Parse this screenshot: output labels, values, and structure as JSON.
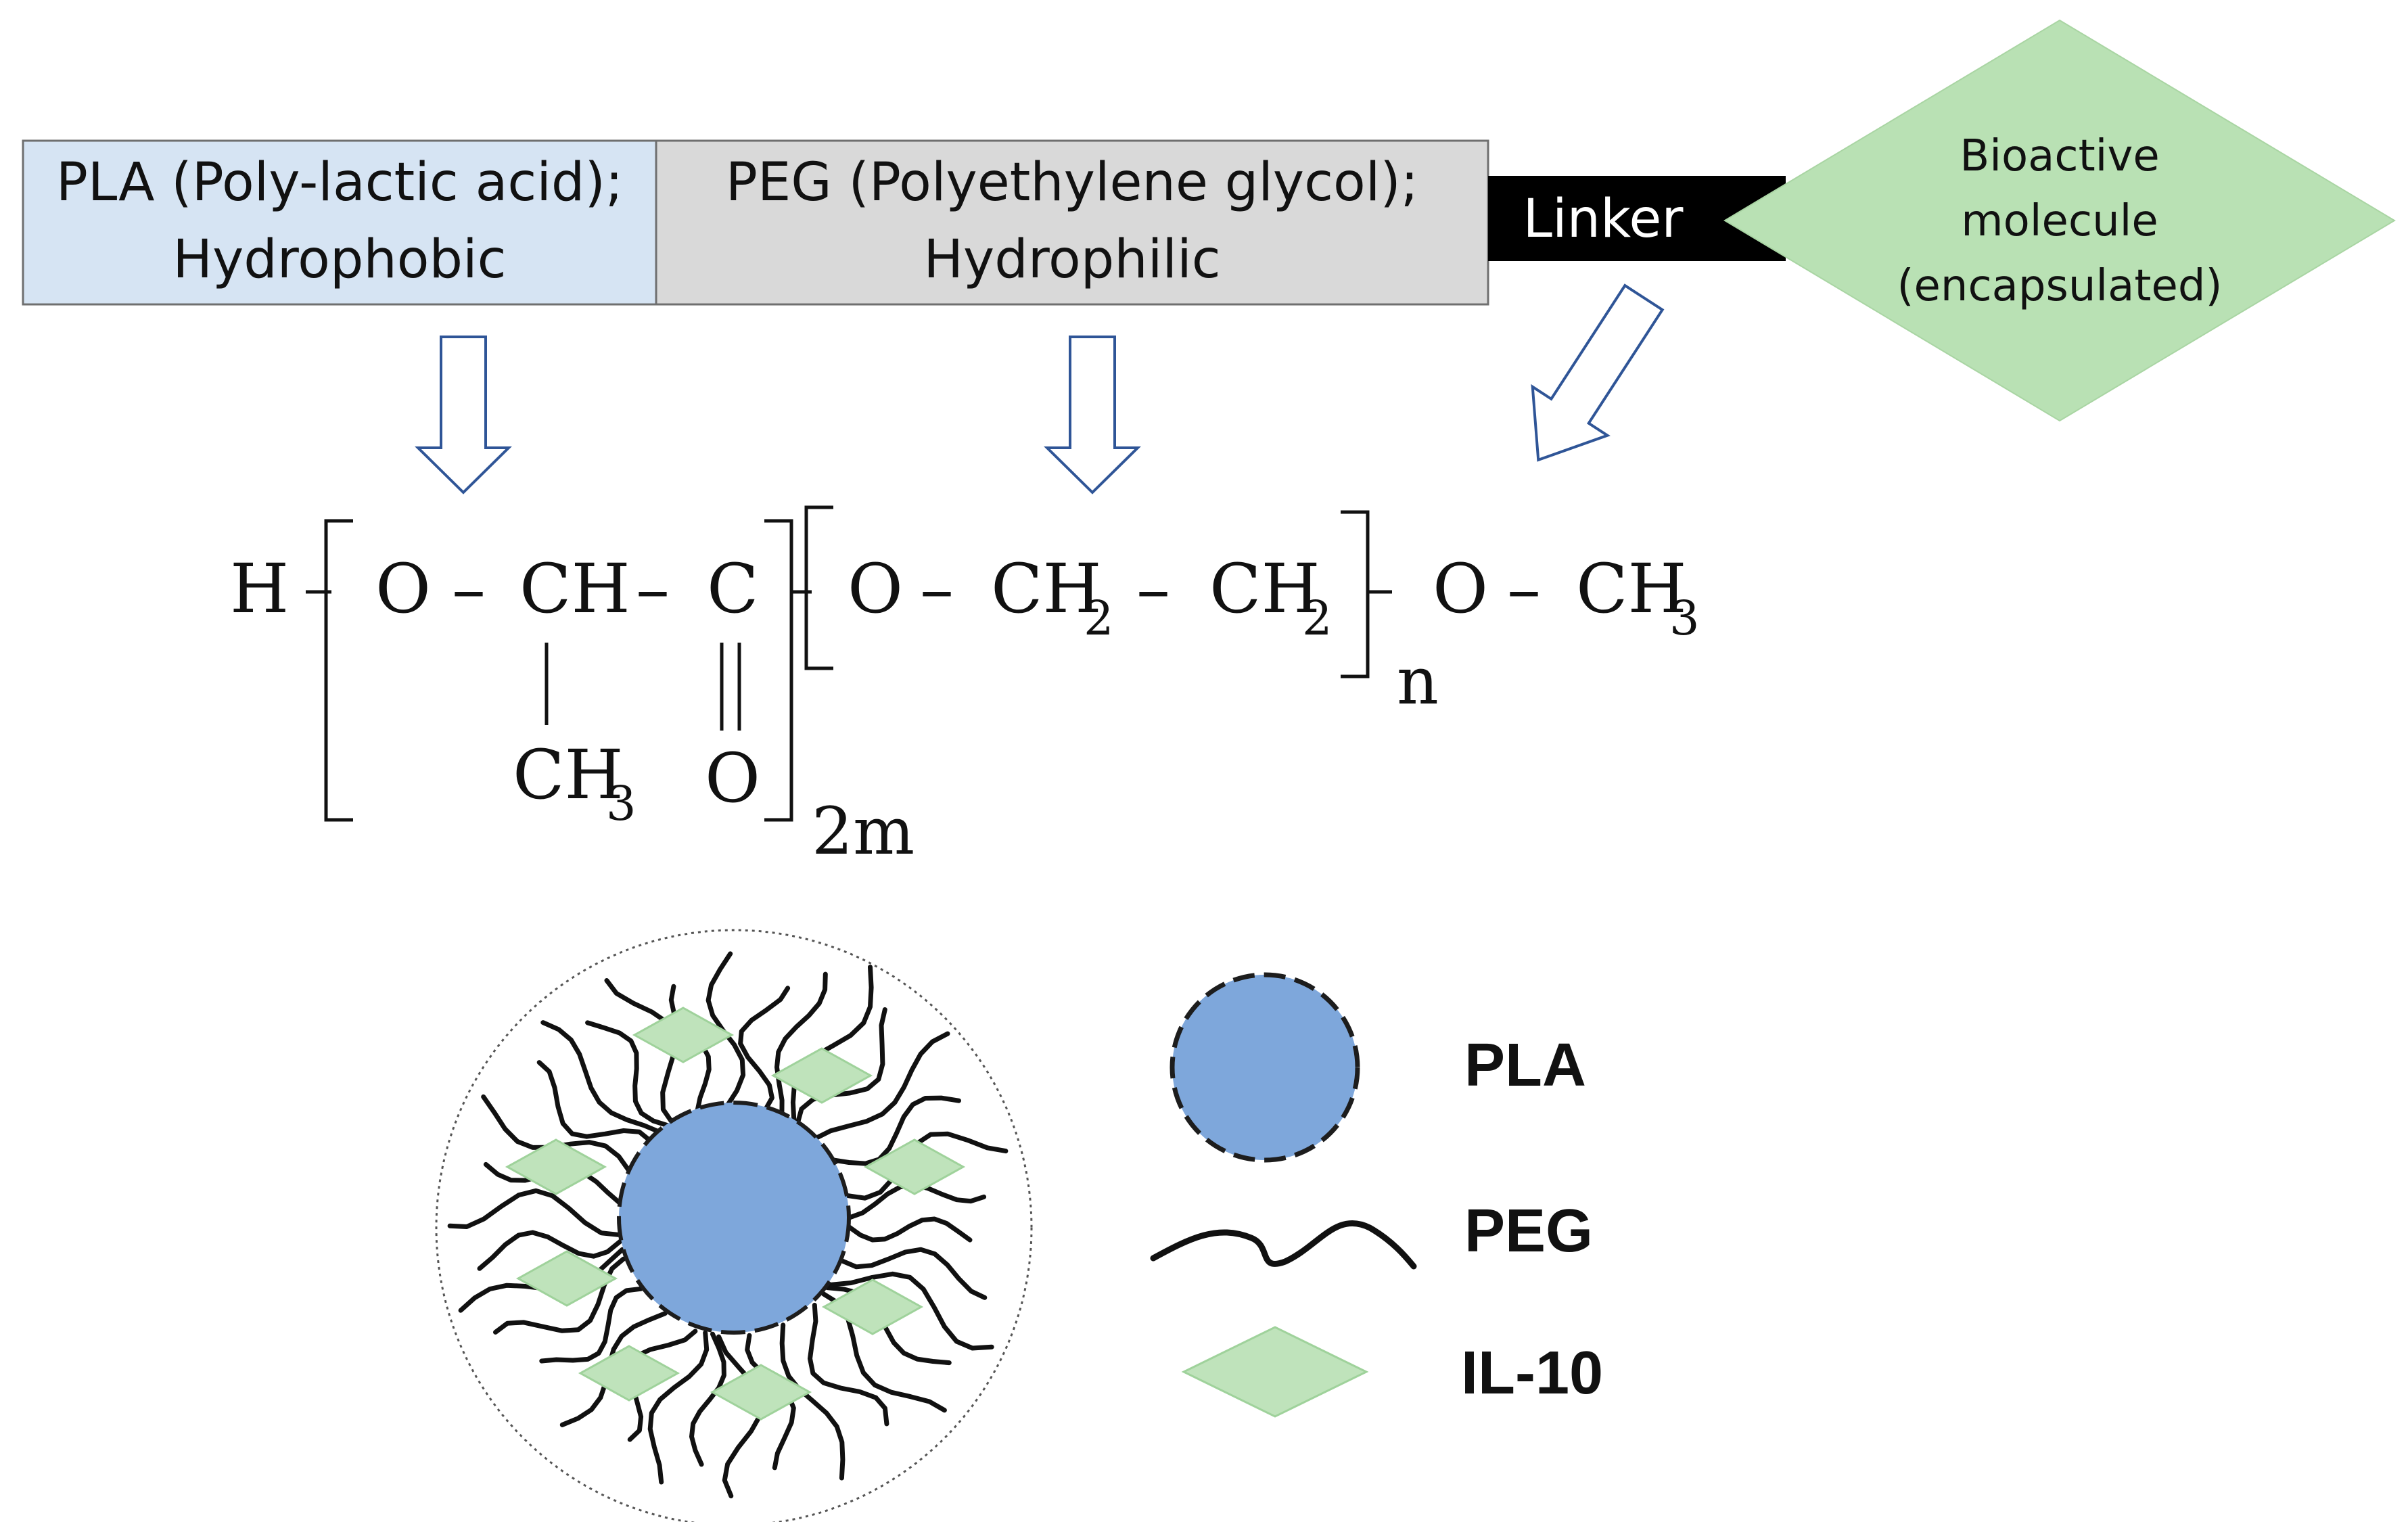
{
  "colors": {
    "pla_box": "#d6e4f3",
    "peg_box": "#d9d9d9",
    "linker_bar": "#000000",
    "bioactive_fill": "#b9e1b4",
    "pla_core": "#7ea7db",
    "il10_fill": "#bfe3bb",
    "arrow_stroke": "#2f5597"
  },
  "blocks": {
    "pla_line1": "PLA (Poly-lactic acid);",
    "pla_line2": "Hydrophobic",
    "peg_line1": "PEG (Polyethylene glycol);",
    "peg_line2": "Hydrophilic",
    "linker": "Linker",
    "bioactive_line1": "Bioactive",
    "bioactive_line2": "molecule",
    "bioactive_line3": "(encapsulated)"
  },
  "formula": {
    "h": "H",
    "o1": "O",
    "ch": "CH",
    "c": "C",
    "ch3_branch": "CH",
    "ch3_branch_sub": "3",
    "o_carbonyl": "O",
    "pla_repeat": "2m",
    "o2": "O",
    "ch2a": "CH",
    "ch2a_sub": "2",
    "ch2b": "CH",
    "ch2b_sub": "2",
    "peg_repeat": "n",
    "o3": "O",
    "ch3_end": "CH",
    "ch3_end_sub": "3",
    "bond": "–"
  },
  "legend": {
    "pla": "PLA",
    "peg": "PEG",
    "il10": "IL-10"
  }
}
